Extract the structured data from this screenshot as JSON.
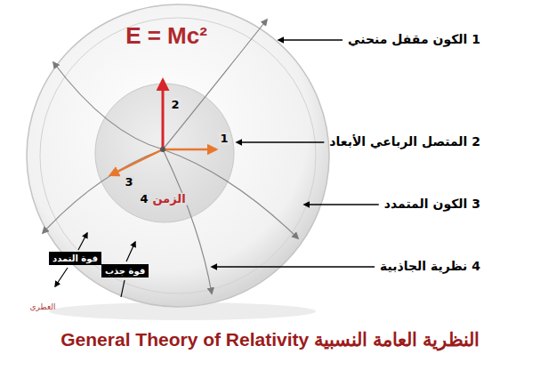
{
  "diagram": {
    "title": "النظرية العامة النسبية General Theory of Relativity",
    "nodes": [
      {
        "text": [
          "قوة التمدد"
        ]
      },
      {
        "text": [
          "قوة جذب"
        ]
      }
    ],
    "labels": [
      "E = Mc²",
      "1 الكون مقفل منحني",
      "2 المتصل الرباعي الأبعاد",
      "3 الكون المتمدد",
      "4 نظرية الجاذبية",
      "1",
      "2",
      "3",
      "4",
      "الزمن",
      "العطري"
    ]
  }
}
